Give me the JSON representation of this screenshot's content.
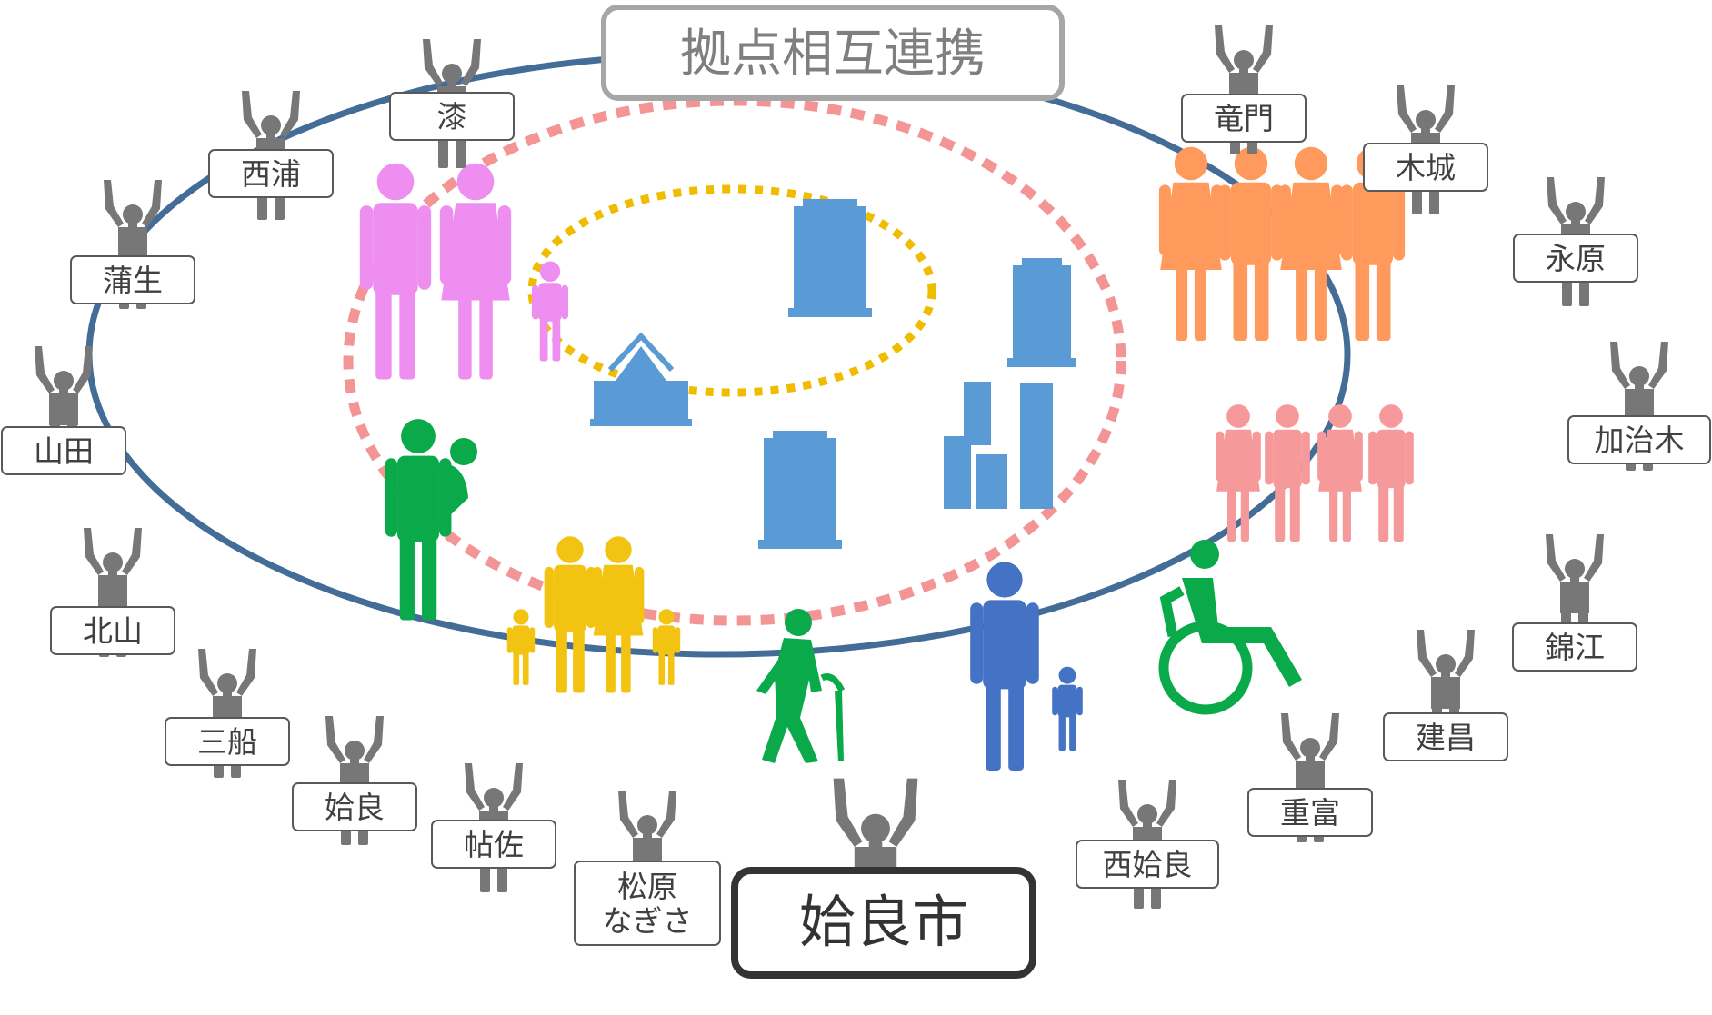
{
  "title": "拠点相互連携",
  "city": "姶良市",
  "districts": [
    "漆",
    "西浦",
    "蒲生",
    "山田",
    "北山",
    "三船",
    "姶良",
    "帖佐",
    "松原\nなぎさ",
    "西姶良",
    "重富",
    "建昌",
    "錦江",
    "加治木",
    "永原",
    "木城",
    "竜門"
  ],
  "colors": {
    "outer_ring": "#436c96",
    "middle_ring": "#f49595",
    "inner_ring": "#f0bc00",
    "buildings": "#5b9bd5",
    "person_gray": "#777777",
    "pink": "#ee8ef0",
    "orange": "#ff9a5c",
    "salmon": "#f6999a",
    "green": "#0aaa4a",
    "yellow": "#f3c311",
    "blue": "#4472c4"
  }
}
